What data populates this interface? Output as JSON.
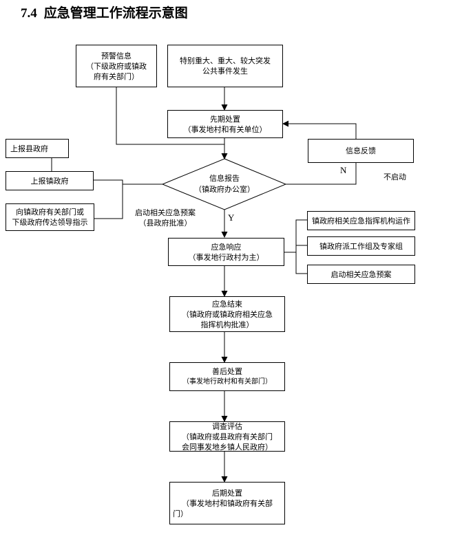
{
  "heading": {
    "number": "7.4",
    "title": "应急管理工作流程示意图"
  },
  "boxes": {
    "warning": {
      "lines": [
        "预警信息",
        "（下级政府或镇政",
        "府有关部门）"
      ]
    },
    "event": {
      "lines": [
        "特别重大、重大、较大突发",
        "公共事件发生"
      ]
    },
    "initial": {
      "lines": [
        "先期处置",
        "（事发地村和有关单位）"
      ]
    },
    "feedback": {
      "lines": [
        "信息反馈"
      ]
    },
    "report_county": {
      "lines": [
        "上报县政府"
      ]
    },
    "report_town": {
      "lines": [
        "上报镇政府"
      ]
    },
    "convey": {
      "lines": [
        "向镇政府有关部门或",
        "下级政府传达领导指示"
      ]
    },
    "response": {
      "lines": [
        "应急响应",
        "（事发地行政村为主）"
      ]
    },
    "command_run": {
      "lines": [
        "镇政府相关应急指挥机构运作"
      ]
    },
    "work_team": {
      "lines": [
        "镇政府派工作组及专家组"
      ]
    },
    "plan_start": {
      "lines": [
        "启动相关应急预案"
      ]
    },
    "end": {
      "lines": [
        "应急结束",
        "（镇政府或镇政府相关应急",
        "指挥机构批准）"
      ]
    },
    "aftermath": {
      "lines": [
        "善后处置",
        "（事发地行政村和有关部门）"
      ]
    },
    "evaluation": {
      "lines": [
        "调查评估",
        "（镇政府或县政府有关部门",
        "会同事发地乡镇人民政府）"
      ]
    },
    "later": {
      "lines": [
        "后期处置",
        "（事发地村和镇政府有关部",
        "门）"
      ]
    }
  },
  "decision": {
    "lines": [
      "信息报告",
      "（镇政府办公室）"
    ]
  },
  "labels": {
    "no": "N",
    "no_start": "不启动",
    "yes": "Y",
    "county_plan": [
      "启动相关应急预案",
      "（县政府批准）"
    ]
  }
}
